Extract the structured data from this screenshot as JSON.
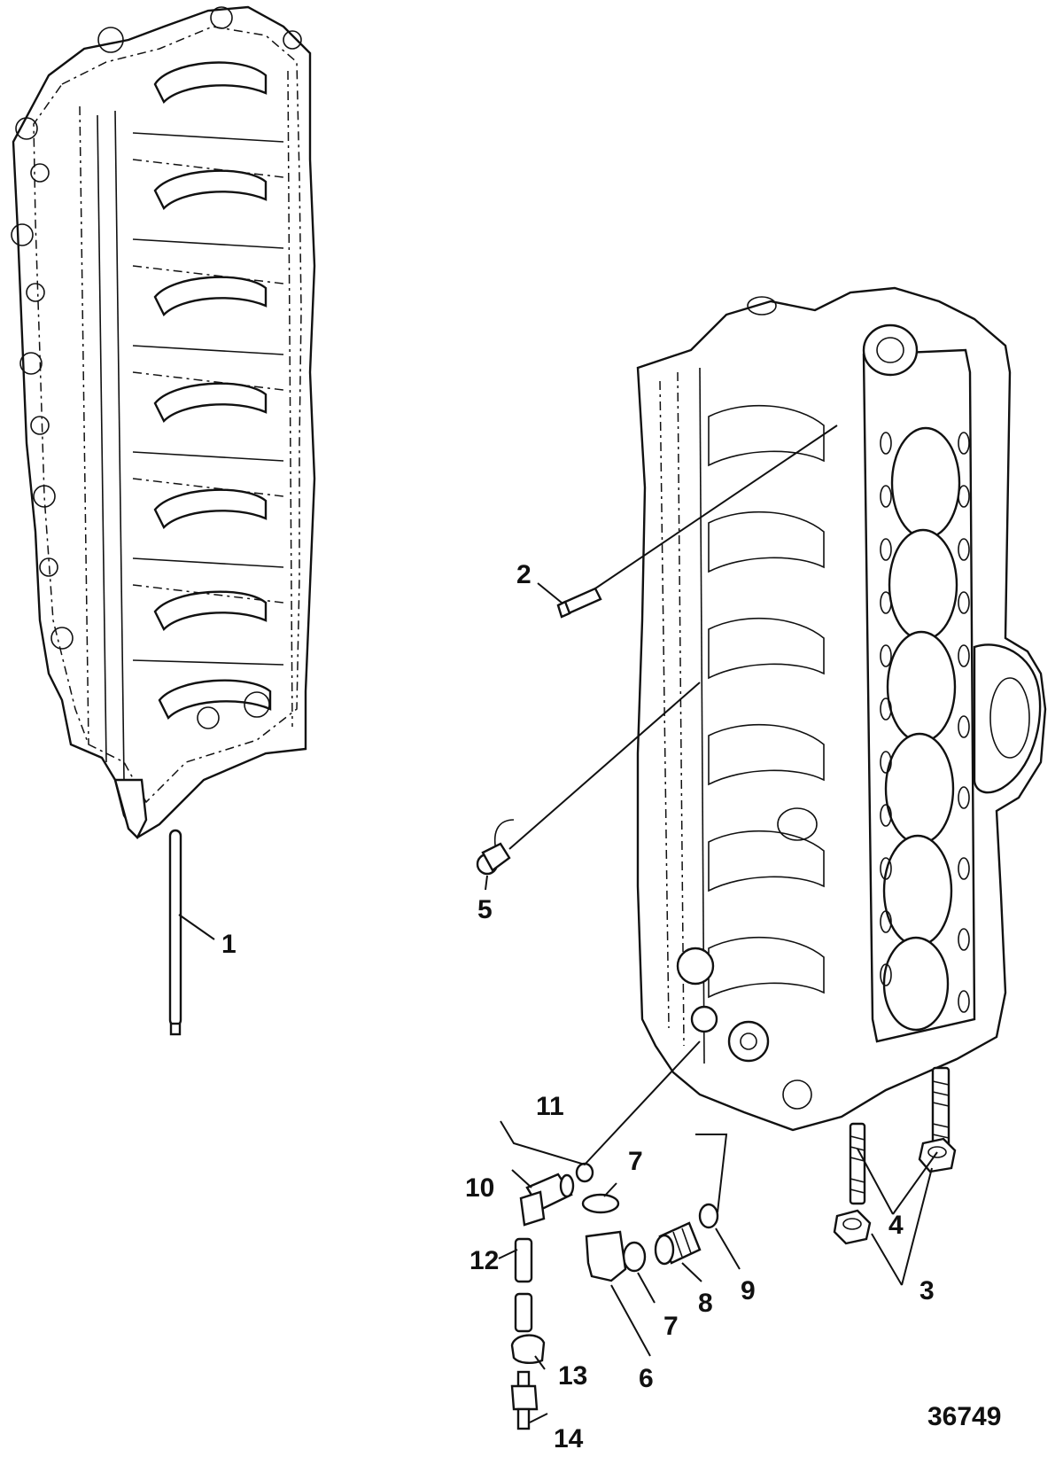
{
  "figure_number": "36749",
  "callouts": [
    {
      "id": "1",
      "label": "1"
    },
    {
      "id": "2",
      "label": "2"
    },
    {
      "id": "3",
      "label": "3"
    },
    {
      "id": "4",
      "label": "4"
    },
    {
      "id": "5",
      "label": "5"
    },
    {
      "id": "6",
      "label": "6"
    },
    {
      "id": "7a",
      "label": "7"
    },
    {
      "id": "7b",
      "label": "7"
    },
    {
      "id": "8",
      "label": "8"
    },
    {
      "id": "9",
      "label": "9"
    },
    {
      "id": "10",
      "label": "10"
    },
    {
      "id": "11",
      "label": "11"
    },
    {
      "id": "12",
      "label": "12"
    },
    {
      "id": "13",
      "label": "13"
    },
    {
      "id": "14",
      "label": "14"
    }
  ]
}
